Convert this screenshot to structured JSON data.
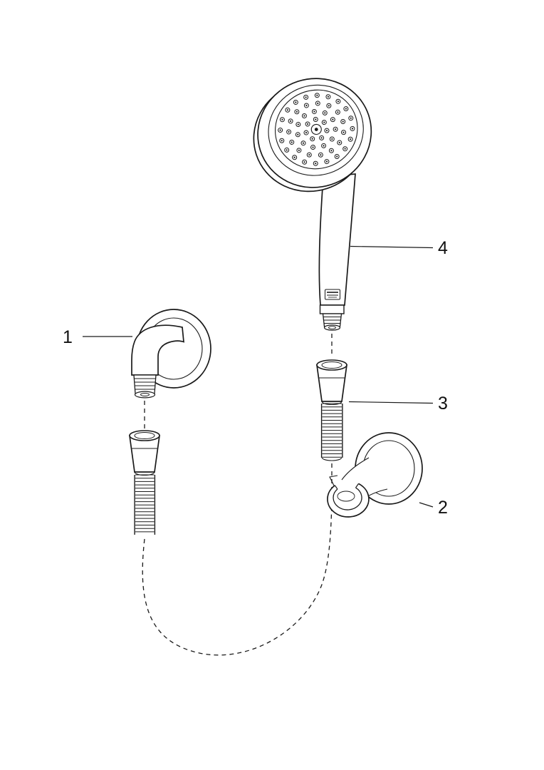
{
  "diagram": {
    "background": "#ffffff",
    "line_color": "#1a1a1a",
    "labels": {
      "item1": "1",
      "item2": "2",
      "item3": "3",
      "item4": "4"
    }
  }
}
